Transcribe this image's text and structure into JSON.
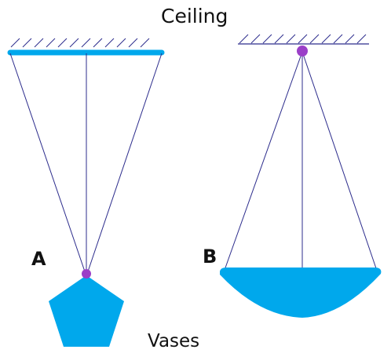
{
  "labels": {
    "ceiling": "Ceiling",
    "vases": "Vases",
    "setup_a": "A",
    "setup_b": "B"
  },
  "colors": {
    "vase_fill": "#00a8ec",
    "bar_fill": "#00a8ec",
    "pivot_fill": "#9b3fc8",
    "string_stroke": "#2c2c8c",
    "hatch_stroke": "#2c2c8c"
  },
  "icons": {
    "vase_a": "pentagon",
    "vase_b": "bowl",
    "ceiling": "hatched-line"
  }
}
